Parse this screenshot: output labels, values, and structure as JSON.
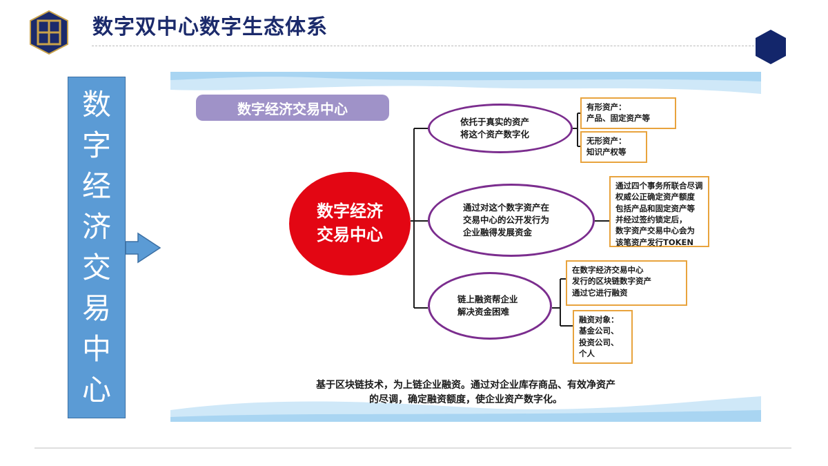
{
  "header": {
    "title": "数字双中心数字生态体系"
  },
  "side_label": {
    "chars": [
      "数",
      "字",
      "经",
      "济",
      "交",
      "易",
      "中",
      "心"
    ]
  },
  "diagram": {
    "header": "数字经济交易中心",
    "center": [
      "数字经济",
      "交易中心"
    ],
    "branches": [
      {
        "lines": [
          "依托于真实的资产",
          "将这个资产数字化"
        ],
        "boxes": [
          [
            "有形资产：",
            "产品、固定资产等"
          ],
          [
            "无形资产：",
            "知识产权等"
          ]
        ]
      },
      {
        "lines": [
          "通过对这个数字资产在",
          "交易中心的公开发行为",
          "企业融得发展资金"
        ],
        "boxes": [
          [
            "通过四个事务所联合尽调",
            "权威公正确定资产额度",
            "包括产品和固定资产等",
            "并经过签约锁定后，",
            "数字资产交易中心会为",
            "该笔资产发行TOKEN"
          ]
        ]
      },
      {
        "lines": [
          "链上融资帮企业",
          "解决资金困难"
        ],
        "boxes": [
          [
            "在数字经济交易中心",
            "发行的区块链数字资产",
            "通过它进行融资"
          ],
          [
            "融资对象：",
            "基金公司、",
            "投资公司、",
            "个人"
          ]
        ]
      }
    ],
    "footer": [
      "基于区块链技术，为上链企业融资。通过对企业库存商品、有效净资产",
      "的尽调，确定融资额度，使企业资产数字化。"
    ]
  },
  "colors": {
    "title": "#1b2a6b",
    "side_box": "#5b9bd5",
    "header_box": "#9f92c8",
    "center_circle": "#e30613",
    "ellipse_border": "#7b2d8e",
    "info_border": "#e8a33d",
    "background_wave": "#cfe8f8"
  },
  "icons": {
    "logo": "shield-hexagon-logo-icon",
    "corner": "hexagon-icon",
    "arrow": "arrow-right-icon"
  }
}
